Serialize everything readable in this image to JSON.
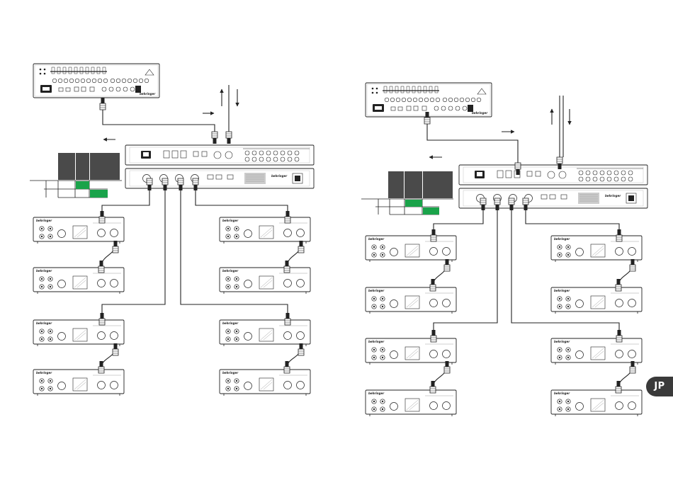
{
  "page": {
    "language_badge": "JP",
    "brand_text": "behringer"
  },
  "colors": {
    "accent_green": "#1aa34a",
    "grid_dark": "#4a4a4a",
    "line": "#222222",
    "badge_bg": "#3a3a3a"
  },
  "icons": [
    "arrow-icon",
    "xlr-connector-icon",
    "power-inlet-icon",
    "rack-ear-icon"
  ],
  "devices": {
    "left_setup": {
      "console": 1,
      "stagebox_units": 2,
      "speaker_units": 8
    },
    "right_setup": {
      "console": 1,
      "stagebox_units": 2,
      "speaker_units": 8
    }
  }
}
